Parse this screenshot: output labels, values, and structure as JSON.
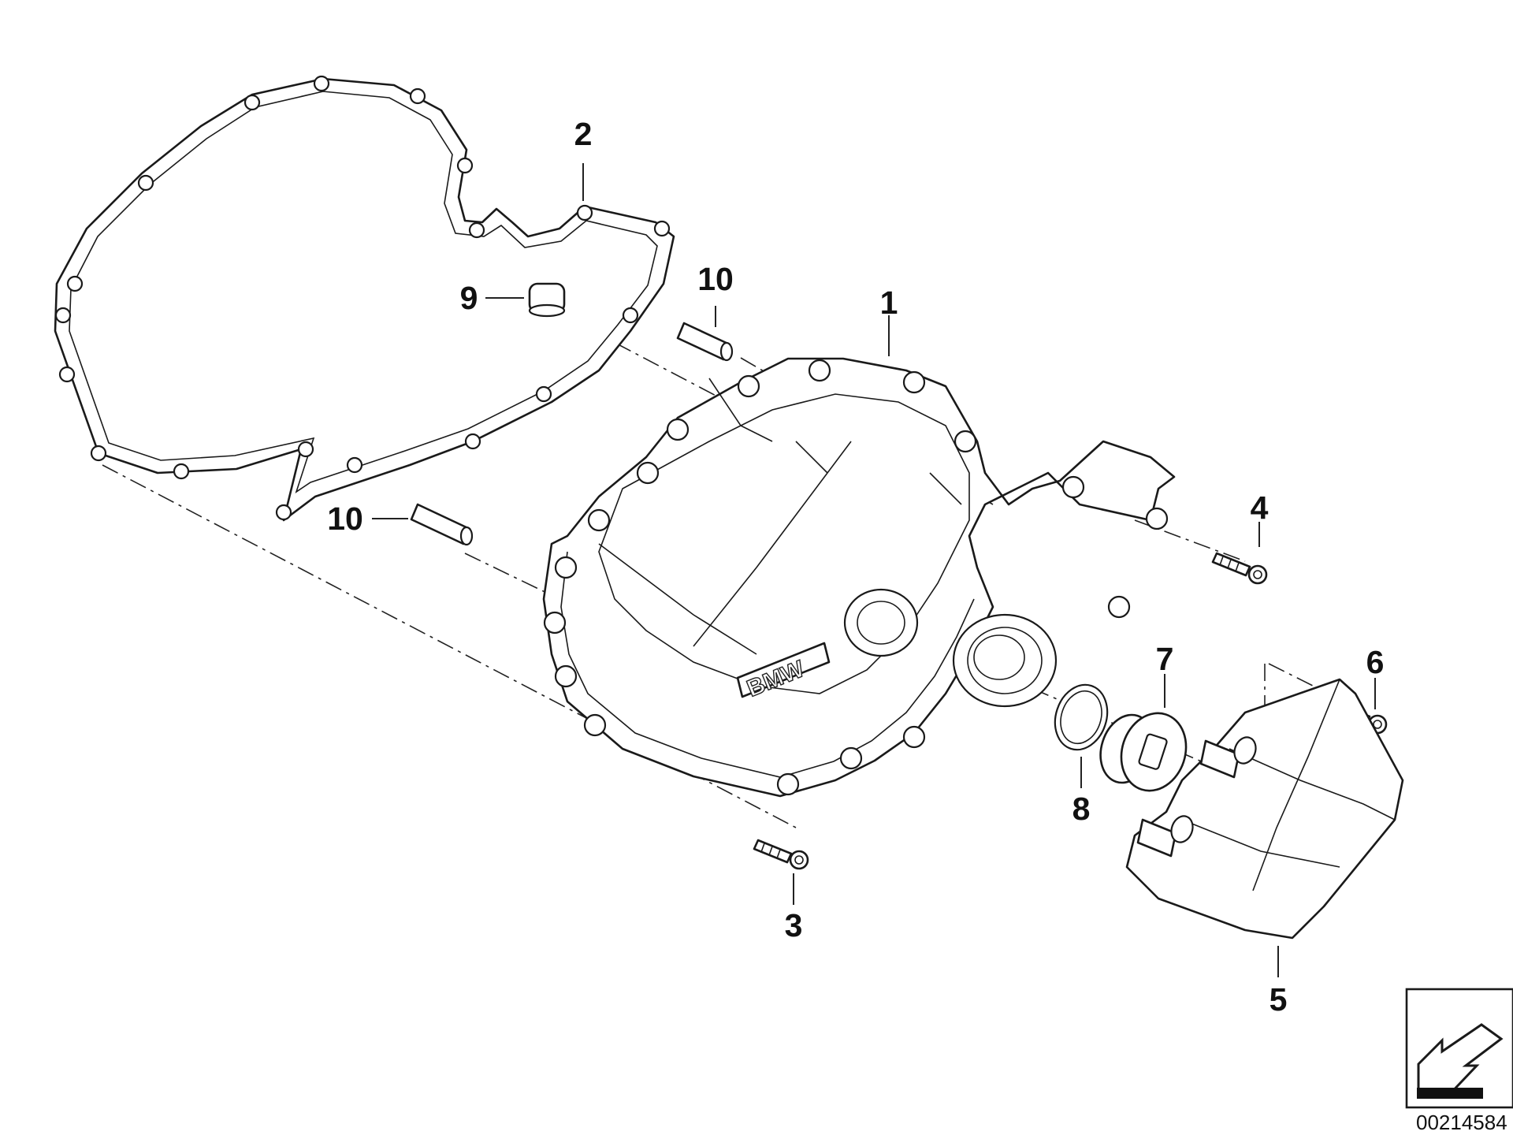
{
  "diagram": {
    "brand_text": "BMW",
    "catalog_number": "00214584",
    "callouts": [
      {
        "id": "callout-1",
        "text": "1"
      },
      {
        "id": "callout-2",
        "text": "2"
      },
      {
        "id": "callout-3",
        "text": "3"
      },
      {
        "id": "callout-4",
        "text": "4"
      },
      {
        "id": "callout-5",
        "text": "5"
      },
      {
        "id": "callout-6",
        "text": "6"
      },
      {
        "id": "callout-7",
        "text": "7"
      },
      {
        "id": "callout-8",
        "text": "8"
      },
      {
        "id": "callout-9",
        "text": "9"
      },
      {
        "id": "callout-10a",
        "text": "10"
      },
      {
        "id": "callout-10b",
        "text": "10"
      }
    ]
  }
}
